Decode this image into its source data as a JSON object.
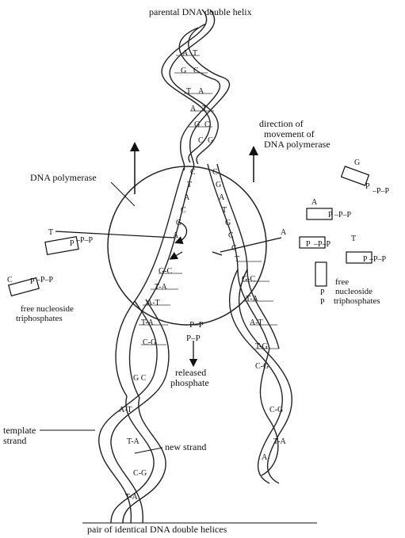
{
  "labels": {
    "parental_helix": "parental DNA double helix",
    "direction_line1": "direction of",
    "direction_line2": "movement of",
    "direction_line3": "DNA polymerase",
    "dna_polymerase": "DNA polymerase",
    "free_nucleoside_left_1": "free nucleoside",
    "free_nucleoside_left_2": "triphosphates",
    "free_nucleoside_right_1": "free",
    "free_nucleoside_right_2": "nucleoside",
    "free_nucleoside_right_3": "triphosphates",
    "released_1": "released",
    "released_2": "phosphate",
    "pp_top": "P–P",
    "pp_bottom": "P–P",
    "template_1": "template",
    "template_2": "strand",
    "new_strand": "new strand",
    "pair_identical": "pair of identical DNA   double helices"
  },
  "nucleotides": [
    {
      "base": "G",
      "phosphates": "P–P–P"
    },
    {
      "base": "A",
      "phosphates": "P–P–P"
    },
    {
      "base": "T",
      "phosphates": "P–P–P"
    },
    {
      "base": "A",
      "phosphates": "P–P–P"
    },
    {
      "base": "T",
      "phosphates": "P–P–P"
    },
    {
      "base": "C",
      "phosphates": "P–P–P"
    }
  ],
  "base_pairs": {
    "top": [
      "A-T",
      "G-C",
      "T-A",
      "A-T",
      "G-C",
      "C-G"
    ],
    "left_fork": [
      "C",
      "T",
      "A",
      "C",
      "G",
      "A",
      "G-C",
      "T-A",
      "A-T",
      "T-A",
      "C-G"
    ],
    "right_fork": [
      "C",
      "G",
      "A",
      "T",
      "G",
      "C",
      "C",
      "T",
      "G-C",
      "T-A",
      "A-T",
      "T-G",
      "C-G"
    ]
  }
}
